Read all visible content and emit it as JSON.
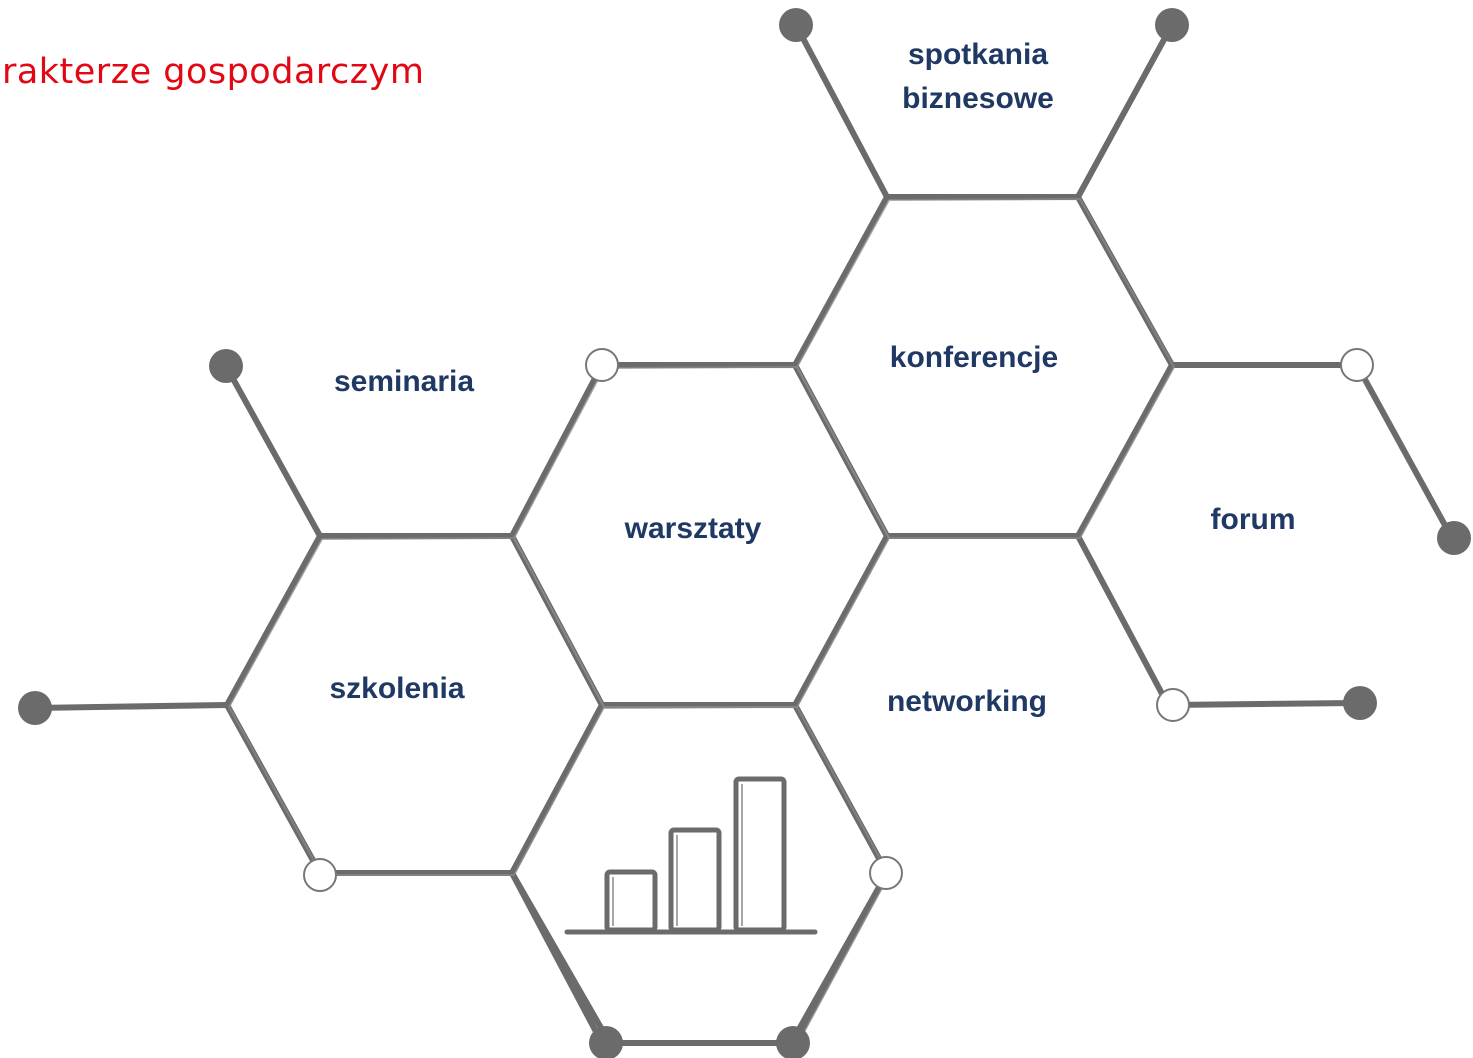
{
  "heading": "arakterze gospodarczym",
  "labels": {
    "spotkania_line1": "spotkania",
    "spotkania_line2": "biznesowe",
    "konferencje": "konferencje",
    "seminaria": "seminaria",
    "warsztaty": "warsztaty",
    "forum": "forum",
    "szkolenia": "szkolenia",
    "networking": "networking"
  },
  "icons": {
    "chart": "bar-chart-icon"
  },
  "colors": {
    "heading": "#e30613",
    "labels": "#1f3864",
    "lines": "#6b6b6b"
  }
}
